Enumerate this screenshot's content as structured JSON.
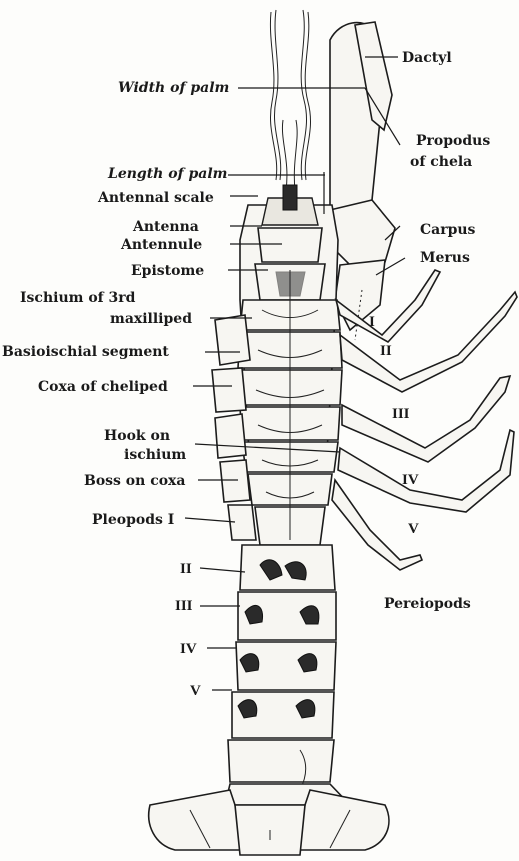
{
  "labels": {
    "dactyl": "Dactyl",
    "width_of_palm": "Width of palm",
    "propodus_line1": "Propodus",
    "propodus_line2": "of chela",
    "length_of_palm": "Length of palm",
    "antennal_scale": "Antennal scale",
    "carpus": "Carpus",
    "antenna": "Antenna",
    "antennule": "Antennule",
    "merus": "Merus",
    "epistome": "Epistome",
    "ischium_line1": "Ischium of 3rd",
    "ischium_line2": "maxilliped",
    "basioischial": "Basioischial segment",
    "coxa_of_cheliped": "Coxa of cheliped",
    "hook_line1": "Hook on",
    "hook_line2": "ischium",
    "boss_on_coxa": "Boss on coxa",
    "pleopods": "Pleopods I",
    "pereiopods": "Pereiopods"
  },
  "pereiopod_numerals": [
    "I",
    "II",
    "III",
    "IV",
    "V"
  ],
  "pleopod_numerals": [
    "II",
    "III",
    "IV",
    "V"
  ]
}
